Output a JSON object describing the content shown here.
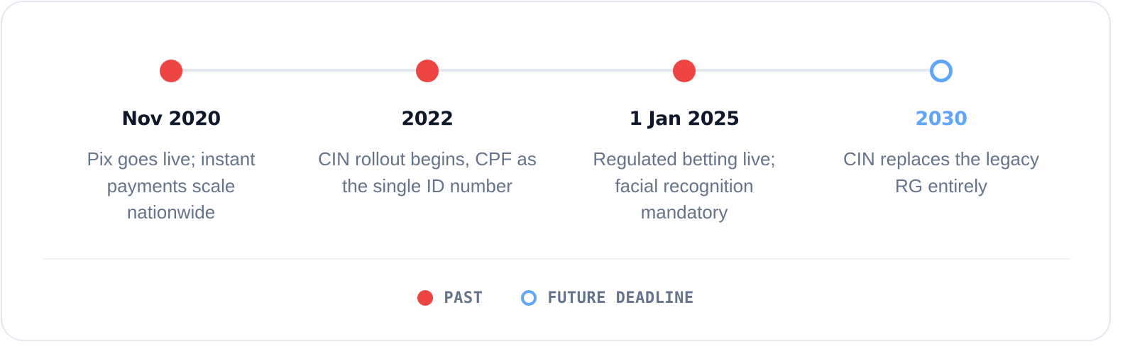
{
  "timeline": {
    "events": [
      {
        "date": "Nov 2020",
        "description_lines": [
          "Pix goes live; instant",
          "payments scale",
          "nationwide"
        ],
        "status": "past"
      },
      {
        "date": "2022",
        "description_lines": [
          "CIN rollout begins, CPF as",
          "the single ID number"
        ],
        "status": "past"
      },
      {
        "date": "1 Jan 2025",
        "description_lines": [
          "Regulated betting live;",
          "facial recognition",
          "mandatory"
        ],
        "status": "past"
      },
      {
        "date": "2030",
        "description_lines": [
          "CIN replaces the legacy",
          "RG entirely"
        ],
        "status": "future"
      }
    ]
  },
  "legend": {
    "past_label": "PAST",
    "future_label": "FUTURE DEADLINE"
  },
  "colors": {
    "past": "#ef4444",
    "future": "#60a5fa",
    "track": "#e2e8f0",
    "date_text": "#0f172a",
    "body_text": "#64748b"
  }
}
